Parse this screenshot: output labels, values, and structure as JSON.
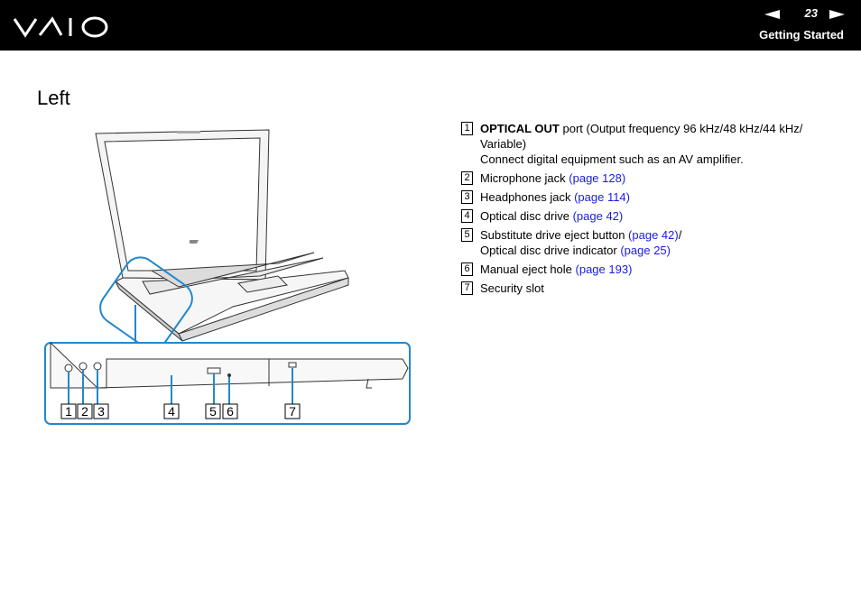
{
  "header": {
    "logo": "VAIO",
    "page_number": "23",
    "section": "Getting Started"
  },
  "page": {
    "title": "Left"
  },
  "figure": {
    "callouts": [
      "1",
      "2",
      "3",
      "4",
      "5",
      "6",
      "7"
    ]
  },
  "legend": [
    {
      "num": "1",
      "bold": "OPTICAL OUT",
      "text": " port (Output frequency 96 kHz/48 kHz/44 kHz/ Variable)",
      "line2": "Connect digital equipment such as an AV amplifier."
    },
    {
      "num": "2",
      "text": "Microphone jack ",
      "link": "(page 128)"
    },
    {
      "num": "3",
      "text": "Headphones jack ",
      "link": "(page 114)"
    },
    {
      "num": "4",
      "text": "Optical disc drive ",
      "link": "(page 42)"
    },
    {
      "num": "5",
      "text": "Substitute drive eject button ",
      "link": "(page 42)",
      "after": "/",
      "line2": "Optical disc drive indicator ",
      "link2": "(page 25)"
    },
    {
      "num": "6",
      "text": "Manual eject hole ",
      "link": "(page 193)"
    },
    {
      "num": "7",
      "text": "Security slot"
    }
  ]
}
